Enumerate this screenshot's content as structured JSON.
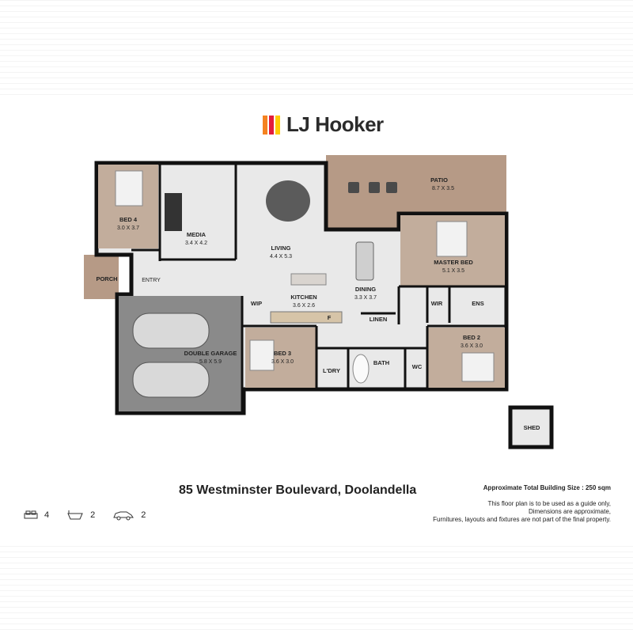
{
  "brand": {
    "name": "LJ Hooker",
    "colors": [
      "#f58220",
      "#e31d3c",
      "#ffcb05"
    ]
  },
  "rooms": {
    "bed4": {
      "label": "BED 4",
      "dim": "3.0 X 3.7"
    },
    "media": {
      "label": "MEDIA",
      "dim": "3.4 X 4.2"
    },
    "living": {
      "label": "LIVING",
      "dim": "4.4 X 5.3"
    },
    "patio": {
      "label": "PATIO",
      "dim": "8.7 X 3.5"
    },
    "master": {
      "label": "MASTER BED",
      "dim": "5.1 X 3.5"
    },
    "porch": {
      "label": "PORCH"
    },
    "entry": {
      "label": "ENTRY"
    },
    "kitchen": {
      "label": "KITCHEN",
      "dim": "3.6 X 2.6"
    },
    "dining": {
      "label": "DINING",
      "dim": "3.3 X 3.7"
    },
    "wip": {
      "label": "WIP"
    },
    "fridge": {
      "label": "F"
    },
    "linen": {
      "label": "LINEN"
    },
    "wir": {
      "label": "WIR"
    },
    "ens": {
      "label": "ENS"
    },
    "garage": {
      "label": "DOUBLE GARAGE",
      "dim": "5.8 X 5.9"
    },
    "bed3": {
      "label": "BED 3",
      "dim": "3.6 X 3.0"
    },
    "ldry": {
      "label": "L'DRY"
    },
    "bath": {
      "label": "BATH"
    },
    "wc": {
      "label": "WC"
    },
    "bed2": {
      "label": "BED 2",
      "dim": "3.6 X 3.0"
    },
    "shed": {
      "label": "SHED"
    }
  },
  "address": "85 Westminster Boulevard, Doolandella",
  "building_size": "Approximate Total Building Size : 250 sqm",
  "disclaimer": [
    "This floor plan is to be used as a guide only,",
    "Dimensions are approximate,",
    "Furnitures, layouts and fixtures are not part of the final property."
  ],
  "features": {
    "bedrooms": "4",
    "bathrooms": "2",
    "cars": "2"
  },
  "icons": {
    "bed": "bed-icon",
    "bath": "bath-icon",
    "car": "car-icon"
  }
}
